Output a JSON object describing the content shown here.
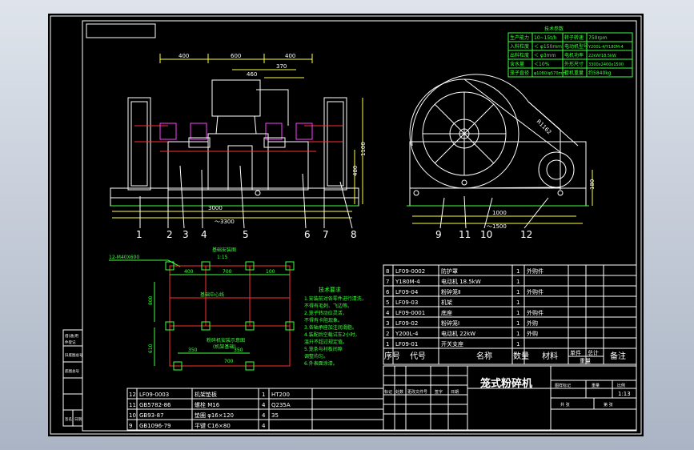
{
  "drawing": {
    "title": "笼式粉碎机",
    "scale": "1:13",
    "part_labels": [
      "1",
      "2",
      "3",
      "4",
      "5",
      "6",
      "7",
      "8"
    ],
    "side_part_labels": [
      "9",
      "11",
      "10",
      "12"
    ],
    "dimensions": {
      "top_left": "400",
      "top_mid": "600",
      "top_right": "400",
      "sub_mid": "370",
      "inner_mid": "460",
      "overall_width": "3000",
      "approx_width": "～3300",
      "height": "1100",
      "side_height": "480",
      "side_width": "1000",
      "side_approx": "～1500",
      "side_right": "180",
      "radius_label": "R1162"
    },
    "foundation": {
      "title": "基础安装图",
      "scale_note": "1:15",
      "bolt_note": "12-M40X600",
      "center_note": "基础中心线",
      "dims": [
        "400",
        "700",
        "100",
        "350",
        "700",
        "350"
      ],
      "lower_title": "粉碎机安装示意图",
      "lower_sub": "(机架基础)",
      "side_dim": "800",
      "left_dim": "610"
    },
    "tech_req": {
      "title": "技术要求",
      "lines": [
        "1.安装前对各零件进行清洗，",
        "  不得有毛刺、飞边等。",
        "2.笼子转动应灵活，",
        "  不得有卡阻现象。",
        "3.各轴承座加注润滑脂。",
        "4.装配后空载试车2小时，",
        "  温升不超过规定值。",
        "5.笼条与衬板间隙",
        "  调整均匀。",
        "6.外表面涂漆。"
      ]
    },
    "spec_table": {
      "title": "技术参数",
      "rows": [
        [
          "生产能力",
          "10~15t/h",
          "转子转速",
          "750rpm"
        ],
        [
          "入料粒度",
          "＜ φ150mm",
          "电动机型号",
          "Y200L-4/Y180M-4"
        ],
        [
          "出料粒度",
          "＜ φ3mm",
          "电机功率",
          "22kW/18.5kW"
        ],
        [
          "含水量",
          "＜10%",
          "外形尺寸",
          "3300x2400x1500"
        ],
        [
          "笼子直径",
          "φ1080/φ570mm",
          "整机重量",
          "约5840kg"
        ]
      ]
    },
    "parts_list": [
      [
        "8",
        "LF09-0002",
        "防护罩",
        "1",
        "外购件"
      ],
      [
        "7",
        "Y180M-4",
        "电动机 18.5kW",
        "1",
        ""
      ],
      [
        "6",
        "LF09-04",
        "粉碎笼Ⅱ",
        "1",
        "外购件"
      ],
      [
        "5",
        "LF09-03",
        "机架",
        "1",
        ""
      ],
      [
        "4",
        "LF09-0001",
        "底座",
        "1",
        "外购件"
      ],
      [
        "3",
        "LF09-02",
        "粉碎笼Ⅰ",
        "1",
        "外购"
      ],
      [
        "2",
        "Y200L-4",
        "电动机 22kW",
        "1",
        "外购"
      ],
      [
        "1",
        "LF09-01",
        "开关支座",
        "1",
        ""
      ]
    ],
    "parts_header": [
      "序号",
      "代号",
      "名称",
      "数量",
      "材料",
      "单件",
      "总计",
      "备注"
    ],
    "weight_label": "重量",
    "lower_list": [
      [
        "12",
        "LF09-0003",
        "机架垫板",
        "1",
        "HT200"
      ],
      [
        "11",
        "GB5782-86",
        "螺栓  M16",
        "4",
        "Q235A"
      ],
      [
        "10",
        "GB93-87",
        "垫圈  φ16×120",
        "4",
        "35"
      ],
      [
        "9",
        "GB1096-79",
        "平键  C16×80",
        "4",
        ""
      ]
    ],
    "title_block_labels": [
      "图样标记",
      "重量",
      "比例",
      "共 张",
      "第 张"
    ],
    "revision_labels": [
      "标记",
      "处数",
      "更改文件号",
      "签字",
      "日期"
    ],
    "left_strip": [
      "借(通)用",
      "件登记",
      "旧底图总号",
      "底图总号",
      "签名",
      "日期"
    ]
  }
}
